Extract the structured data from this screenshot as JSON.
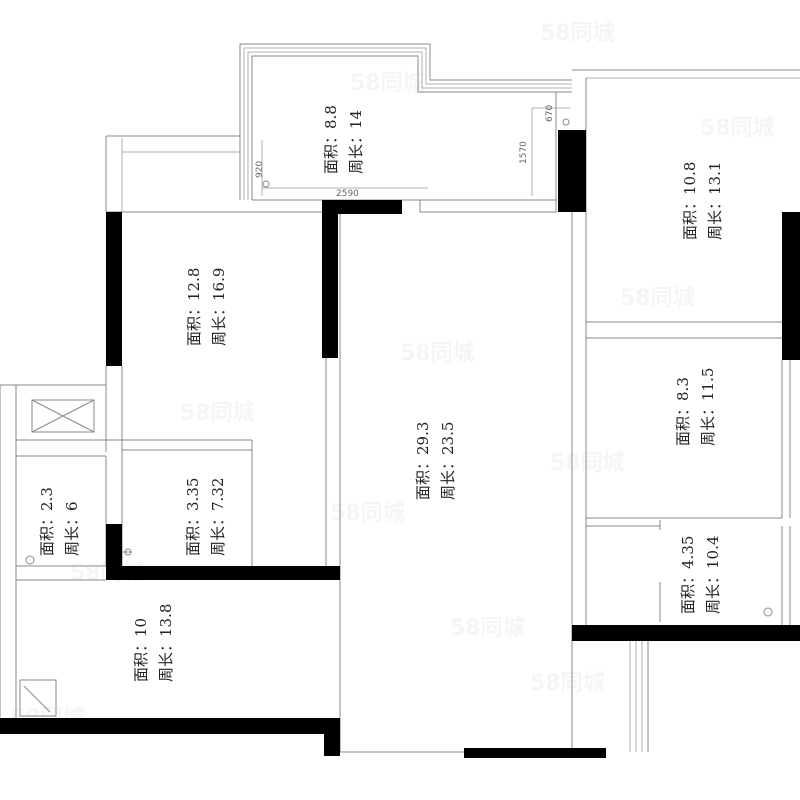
{
  "rooms": [
    {
      "id": "balcony-top",
      "area_label": "面积：",
      "area": "8.8",
      "perimeter_label": "周长：",
      "perimeter": "14"
    },
    {
      "id": "bedroom-ne",
      "area_label": "面积：",
      "area": "10.8",
      "perimeter_label": "周长：",
      "perimeter": "13.1"
    },
    {
      "id": "bedroom-w",
      "area_label": "面积：",
      "area": "12.8",
      "perimeter_label": "周长：",
      "perimeter": "16.9"
    },
    {
      "id": "living",
      "area_label": "面积：",
      "area": "29.3",
      "perimeter_label": "周长：",
      "perimeter": "23.5"
    },
    {
      "id": "bedroom-e",
      "area_label": "面积：",
      "area": "8.3",
      "perimeter_label": "周长：",
      "perimeter": "11.5"
    },
    {
      "id": "small-w",
      "area_label": "面积：",
      "area": "2.3",
      "perimeter_label": "周长：",
      "perimeter": "6"
    },
    {
      "id": "bath",
      "area_label": "面积：",
      "area": "3.35",
      "perimeter_label": "周长：",
      "perimeter": "7.32"
    },
    {
      "id": "bath-e",
      "area_label": "面积：",
      "area": "4.35",
      "perimeter_label": "周长：",
      "perimeter": "10.4"
    },
    {
      "id": "kitchen",
      "area_label": "面积：",
      "area": "10",
      "perimeter_label": "周长：",
      "perimeter": "13.8"
    }
  ],
  "dimensions": {
    "d920": "920",
    "d2590": "2590",
    "d1570": "1570",
    "d670": "670"
  },
  "watermark": "58同城"
}
